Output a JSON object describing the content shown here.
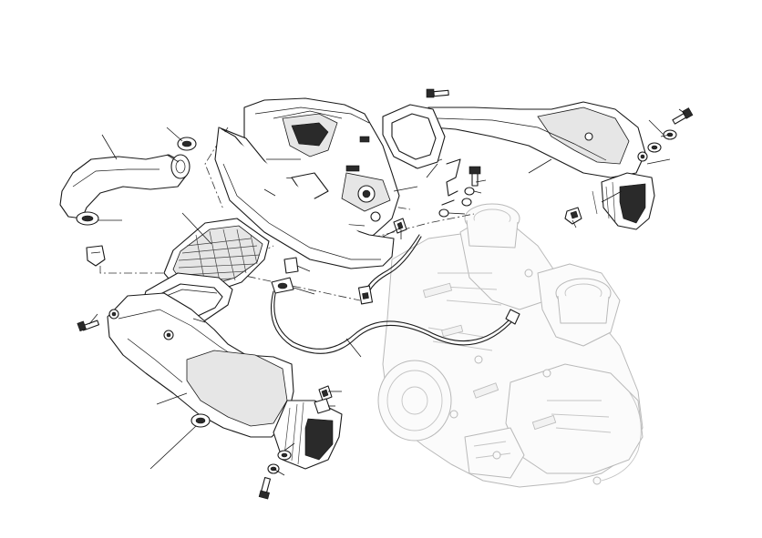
{
  "diagram": {
    "kind": "exploded-parts-view",
    "line_color": "#1a1a1a",
    "ghost_color": "#bdbdbd",
    "background": "#ffffff",
    "parts": [
      "air-intake-hose",
      "hose-clamp",
      "airbox-lid",
      "airbox-housing",
      "air-filter-element",
      "filter-seal",
      "air-duct-left",
      "air-duct-right",
      "duct-rubber-boot",
      "breather-hose",
      "breather-valve",
      "mounting-screw",
      "washer",
      "spring-clip",
      "engine-ghost"
    ]
  }
}
